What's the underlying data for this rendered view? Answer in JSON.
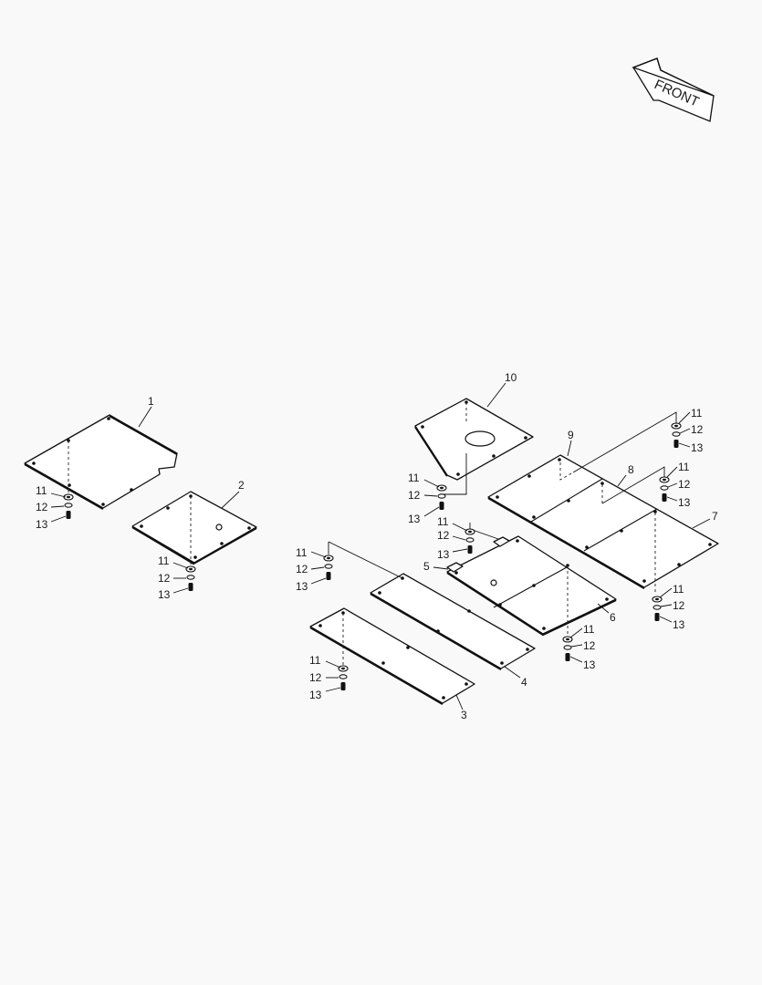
{
  "direction": {
    "label": "FRONT"
  },
  "colors": {
    "line": "#111111",
    "background": "#f9f9f9"
  },
  "callouts": [
    {
      "id": "c1",
      "text": "1"
    },
    {
      "id": "c2",
      "text": "2"
    },
    {
      "id": "c3",
      "text": "3"
    },
    {
      "id": "c4",
      "text": "4"
    },
    {
      "id": "c5",
      "text": "5"
    },
    {
      "id": "c6",
      "text": "6"
    },
    {
      "id": "c7",
      "text": "7"
    },
    {
      "id": "c8",
      "text": "8"
    },
    {
      "id": "c9",
      "text": "9"
    },
    {
      "id": "c10",
      "text": "10"
    }
  ],
  "fastener_labels": [
    "11",
    "12",
    "13"
  ]
}
